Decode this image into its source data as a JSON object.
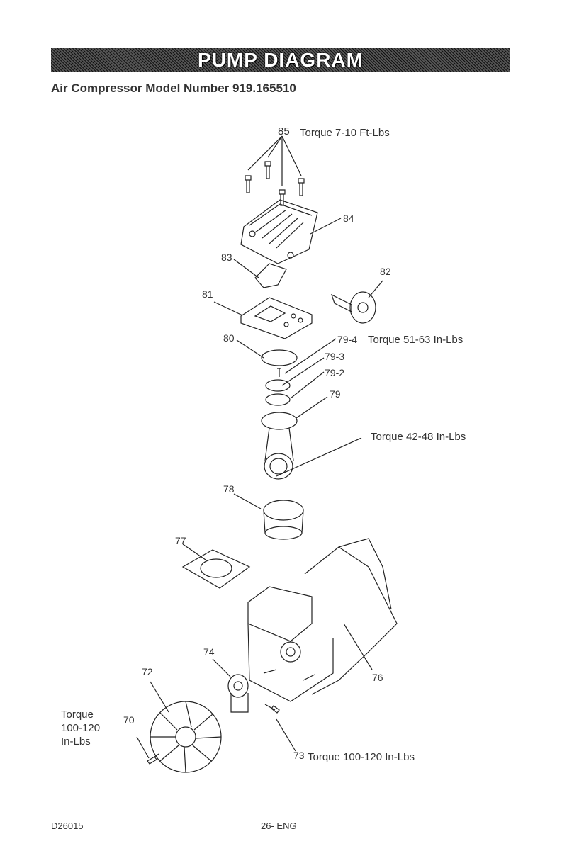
{
  "header": {
    "title": "PUMP DIAGRAM",
    "model": "Air Compressor Model Number 919.165510"
  },
  "callouts": {
    "p85": "85",
    "t85": "Torque 7-10 Ft-Lbs",
    "p84": "84",
    "p83": "83",
    "p82": "82",
    "p81": "81",
    "p80": "80",
    "p79_4": "79-4",
    "t79_4": "Torque 51-63 In-Lbs",
    "p79_3": "79-3",
    "p79_2": "79-2",
    "p79": "79",
    "t_rod": "Torque 42-48 In-Lbs",
    "p78": "78",
    "p77": "77",
    "p76": "76",
    "p74": "74",
    "p72": "72",
    "p70": "70",
    "t70_line1": "Torque",
    "t70_line2": "100-120",
    "t70_line3": "In-Lbs",
    "p73": "73",
    "t73": "Torque 100-120 In-Lbs"
  },
  "footer": {
    "code": "D26015",
    "page": "26- ENG"
  }
}
